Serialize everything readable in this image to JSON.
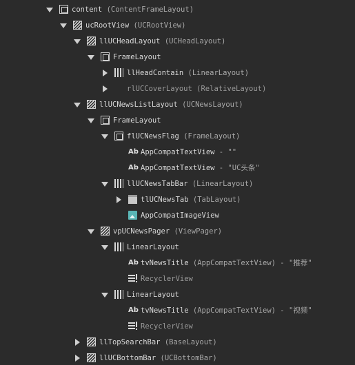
{
  "nodes": [
    {
      "name": "content",
      "type": "(ContentFrameLayout)",
      "icon": "frame",
      "toggle": "expanded",
      "depth": 0
    },
    {
      "name": "ucRootView",
      "type": "(UCRootView)",
      "icon": "hatch",
      "toggle": "expanded",
      "depth": 1
    },
    {
      "name": "llUCHeadLayout",
      "type": "(UCHeadLayout)",
      "icon": "hatch",
      "toggle": "expanded",
      "depth": 2
    },
    {
      "name": "FrameLayout",
      "type": "",
      "icon": "frame",
      "toggle": "expanded",
      "depth": 3
    },
    {
      "name": "llHeadContain",
      "type": "(LinearLayout)",
      "icon": "linear",
      "toggle": "collapsed",
      "depth": 4
    },
    {
      "name": "rlUCCoverLayout",
      "type": "(RelativeLayout)",
      "icon": "relative",
      "toggle": "collapsed",
      "depth": 4,
      "dim": true
    },
    {
      "name": "llUCNewsListLayout",
      "type": "(UCNewsLayout)",
      "icon": "hatch",
      "toggle": "expanded",
      "depth": 2
    },
    {
      "name": "FrameLayout",
      "type": "",
      "icon": "frame",
      "toggle": "expanded",
      "depth": 3
    },
    {
      "name": "flUCNewsFlag",
      "type": "(FrameLayout)",
      "icon": "frame",
      "toggle": "expanded",
      "depth": 4
    },
    {
      "name": "AppCompatTextView",
      "type": "- \"\"",
      "icon": "text",
      "toggle": "none",
      "depth": 5
    },
    {
      "name": "AppCompatTextView",
      "type": "- \"UC头条\"",
      "icon": "text",
      "toggle": "none",
      "depth": 5
    },
    {
      "name": "llUCNewsTabBar",
      "type": "(LinearLayout)",
      "icon": "linear",
      "toggle": "expanded",
      "depth": 4
    },
    {
      "name": "tlUCNewsTab",
      "type": "(TabLayout)",
      "icon": "tab",
      "toggle": "collapsed",
      "depth": 5
    },
    {
      "name": "AppCompatImageView",
      "type": "",
      "icon": "image",
      "toggle": "none",
      "depth": 5
    },
    {
      "name": "vpUCNewsPager",
      "type": "(ViewPager)",
      "icon": "hatch",
      "toggle": "expanded",
      "depth": 3
    },
    {
      "name": "LinearLayout",
      "type": "",
      "icon": "linear",
      "toggle": "expanded",
      "depth": 4
    },
    {
      "name": "tvNewsTitle",
      "type": "(AppCompatTextView) - \"推荐\"",
      "icon": "text",
      "toggle": "none",
      "depth": 5
    },
    {
      "name": "RecyclerView",
      "type": "",
      "icon": "list",
      "toggle": "none",
      "depth": 5,
      "dim": true
    },
    {
      "name": "LinearLayout",
      "type": "",
      "icon": "linear",
      "toggle": "expanded",
      "depth": 4
    },
    {
      "name": "tvNewsTitle",
      "type": "(AppCompatTextView) - \"视频\"",
      "icon": "text",
      "toggle": "none",
      "depth": 5
    },
    {
      "name": "RecyclerView",
      "type": "",
      "icon": "list",
      "toggle": "none",
      "depth": 5,
      "dim": true
    },
    {
      "name": "llTopSearchBar",
      "type": "(BaseLayout)",
      "icon": "hatch",
      "toggle": "collapsed",
      "depth": 2
    },
    {
      "name": "llUCBottomBar",
      "type": "(UCBottomBar)",
      "icon": "hatch",
      "toggle": "collapsed",
      "depth": 2
    }
  ],
  "icon_text_glyph": "Ab"
}
